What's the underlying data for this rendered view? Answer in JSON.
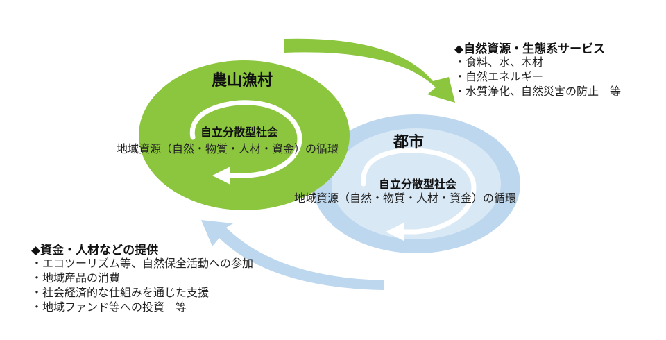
{
  "diagram": {
    "rural": {
      "title": "農山漁村",
      "society": "自立分散型社会",
      "cycle": "地域資源（自然・物質・人材・資金）の循環",
      "color": "#8cc63f"
    },
    "urban": {
      "title": "都市",
      "society": "自立分散型社会",
      "cycle": "地域資源（自然・物質・人材・資金）の循環",
      "color": "#bcd7ee"
    },
    "top_arrow_color": "#8cc63f",
    "bottom_arrow_color": "#bcd7ee"
  },
  "ecosystem_services": {
    "heading": "◆自然資源・生態系サービス",
    "items": [
      "・食料、水、木材",
      "・自然エネルギー",
      "・水質浄化、自然災害の防止　等"
    ]
  },
  "funds_people": {
    "heading": "◆資金・人材などの提供",
    "items": [
      "・エコツーリズム等、自然保全活動への参加",
      "・地域産品の消費",
      "・社会経済的な仕組みを通じた支援",
      "・地域ファンド等への投資　等"
    ]
  }
}
